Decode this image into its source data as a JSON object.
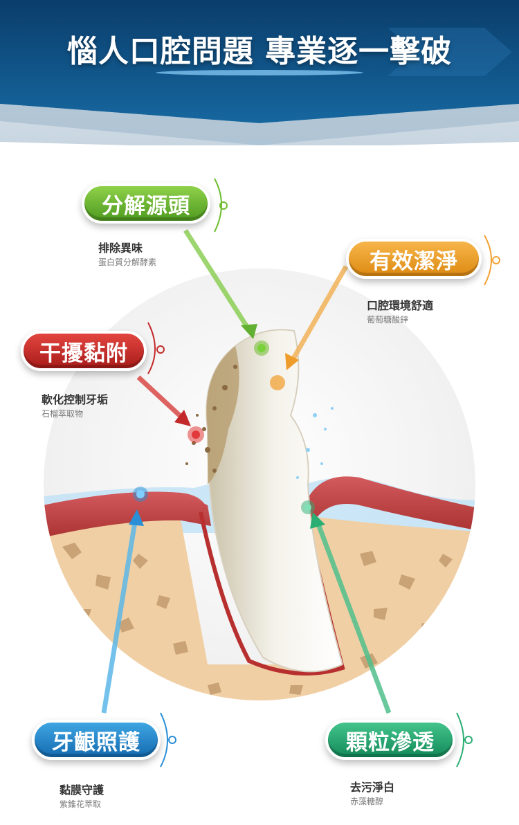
{
  "header": {
    "title": "惱人口腔問題 專業逐一擊破"
  },
  "colors": {
    "header_dark": "#0d4f86",
    "green": "#6dbb2c",
    "orange": "#f2a134",
    "red": "#c3292a",
    "blue": "#2a8fd6",
    "teal": "#2bae73",
    "gum": "#c4484c",
    "bone": "#f3d2aa"
  },
  "features": [
    {
      "key": "green",
      "title": "分解源頭",
      "main": "排除異味",
      "sub": "蛋白質分解酵素"
    },
    {
      "key": "orange",
      "title": "有效潔淨",
      "main": "口腔環境舒適",
      "sub": "葡萄糖酸鋅"
    },
    {
      "key": "red",
      "title": "干擾黏附",
      "main": "軟化控制牙垢",
      "sub": "石榴萃取物"
    },
    {
      "key": "blue",
      "title": "牙齦照護",
      "main": "黏膜守護",
      "sub": "紫錐花萃取"
    },
    {
      "key": "teal",
      "title": "顆粒滲透",
      "main": "去污淨白",
      "sub": "赤藻糖醇"
    }
  ]
}
